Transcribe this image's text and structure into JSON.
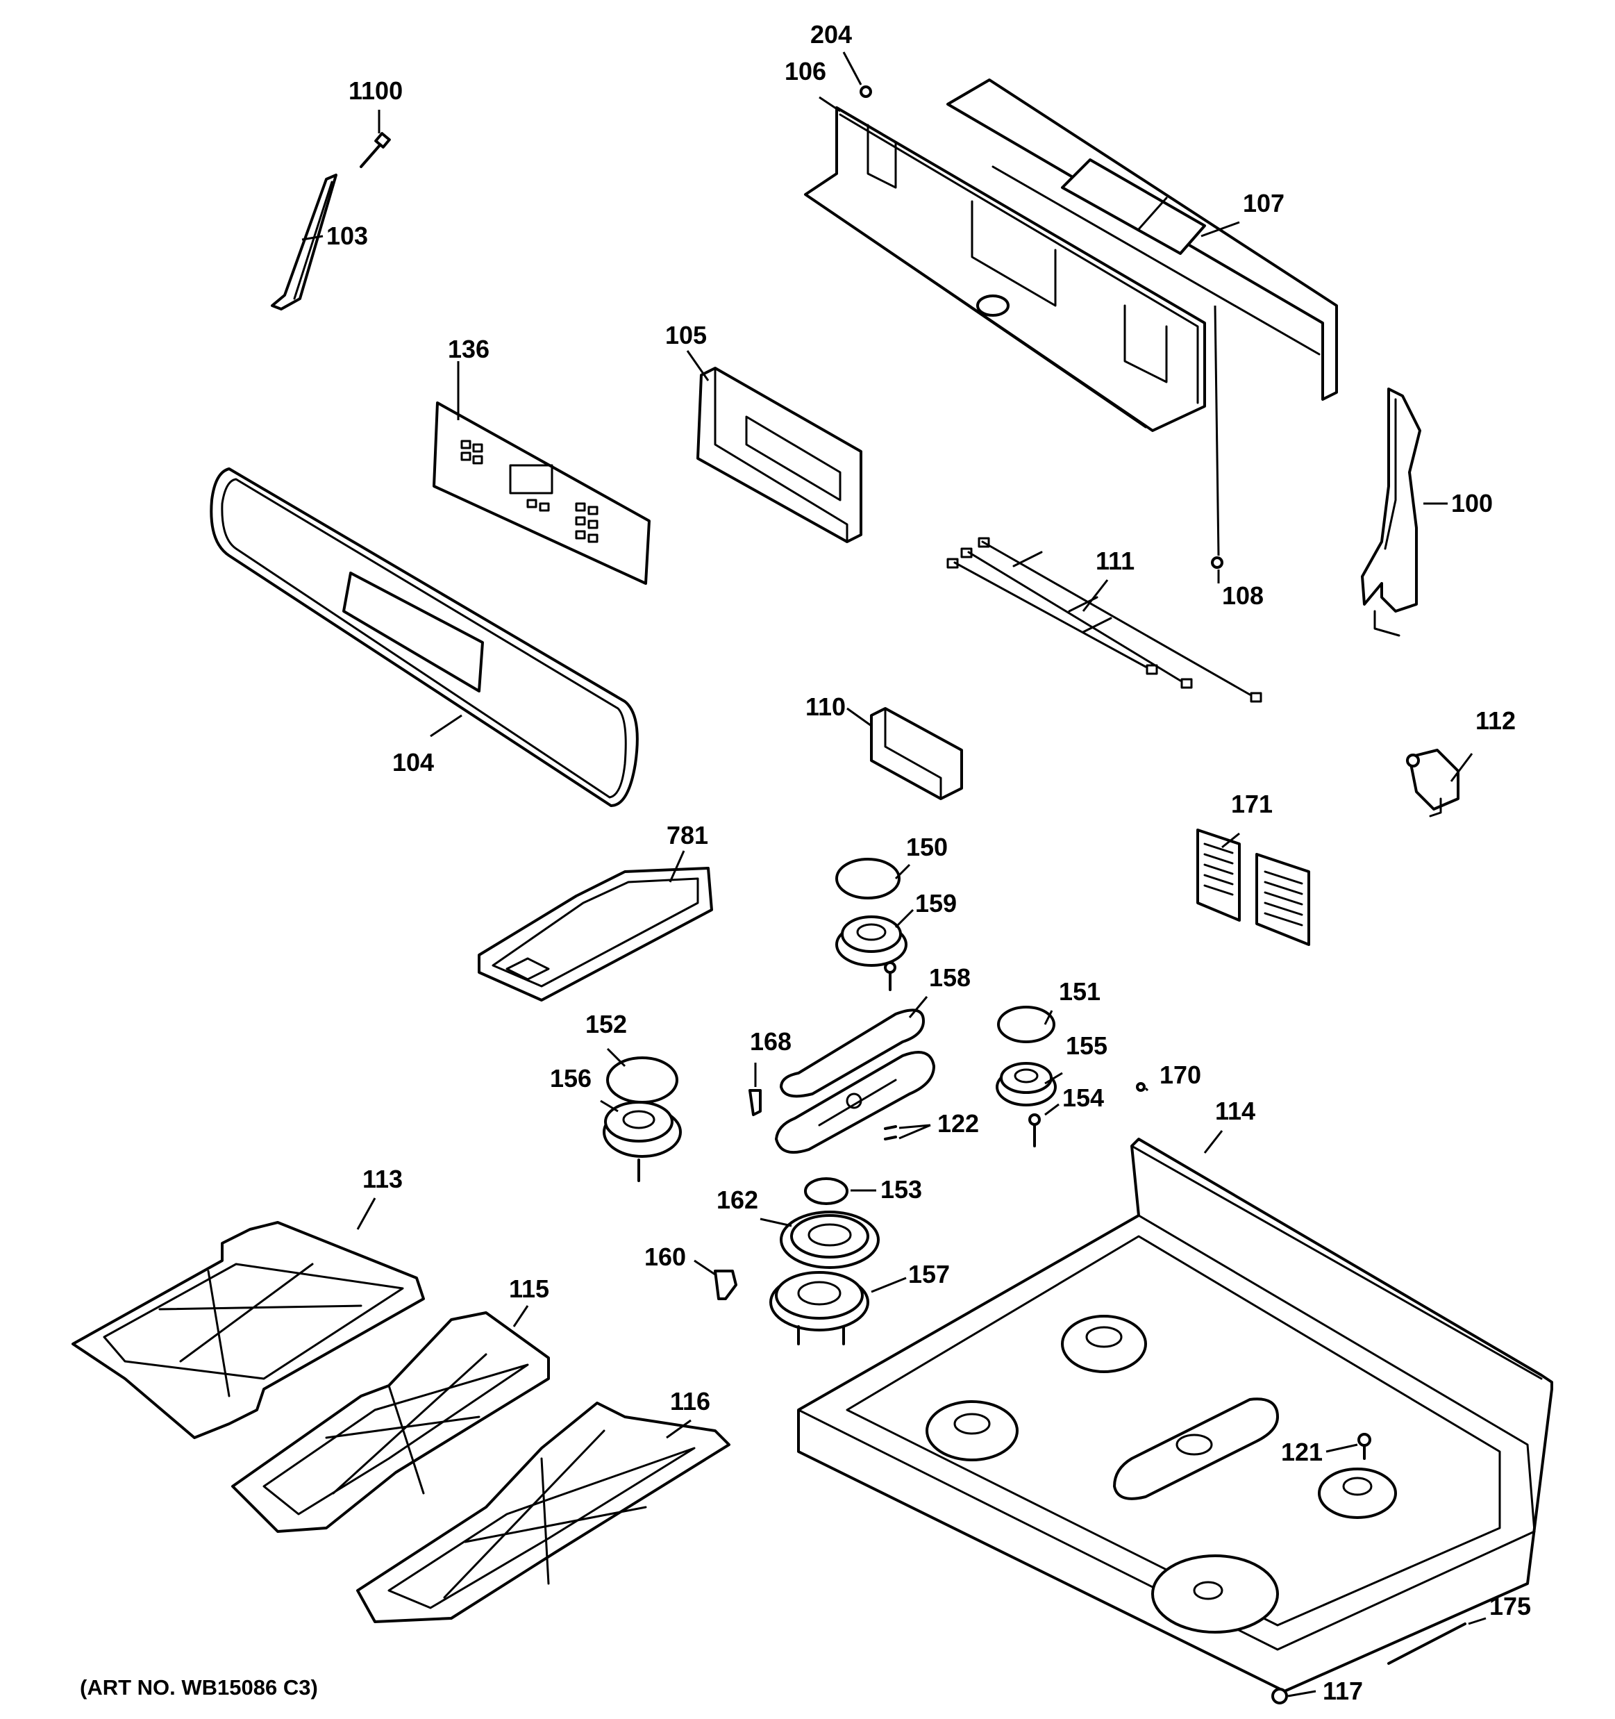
{
  "art_number": "(ART NO. WB15086 C3)",
  "callouts": [
    {
      "id": "c204",
      "text": "204"
    },
    {
      "id": "c106",
      "text": "106"
    },
    {
      "id": "c1100",
      "text": "1100"
    },
    {
      "id": "c103",
      "text": "103"
    },
    {
      "id": "c107",
      "text": "107"
    },
    {
      "id": "c136",
      "text": "136"
    },
    {
      "id": "c105",
      "text": "105"
    },
    {
      "id": "c100",
      "text": "100"
    },
    {
      "id": "c111",
      "text": "111"
    },
    {
      "id": "c108",
      "text": "108"
    },
    {
      "id": "c104",
      "text": "104"
    },
    {
      "id": "c110",
      "text": "110"
    },
    {
      "id": "c112",
      "text": "112"
    },
    {
      "id": "c781",
      "text": "781"
    },
    {
      "id": "c150",
      "text": "150"
    },
    {
      "id": "c171",
      "text": "171"
    },
    {
      "id": "c159",
      "text": "159"
    },
    {
      "id": "c158",
      "text": "158"
    },
    {
      "id": "c151",
      "text": "151"
    },
    {
      "id": "c152",
      "text": "152"
    },
    {
      "id": "c168",
      "text": "168"
    },
    {
      "id": "c155",
      "text": "155"
    },
    {
      "id": "c156",
      "text": "156"
    },
    {
      "id": "c170",
      "text": "170"
    },
    {
      "id": "c154",
      "text": "154"
    },
    {
      "id": "c122",
      "text": "122"
    },
    {
      "id": "c114",
      "text": "114"
    },
    {
      "id": "c113",
      "text": "113"
    },
    {
      "id": "c153",
      "text": "153"
    },
    {
      "id": "c162",
      "text": "162"
    },
    {
      "id": "c160",
      "text": "160"
    },
    {
      "id": "c157",
      "text": "157"
    },
    {
      "id": "c115",
      "text": "115"
    },
    {
      "id": "c116",
      "text": "116"
    },
    {
      "id": "c121",
      "text": "121"
    },
    {
      "id": "c175",
      "text": "175"
    },
    {
      "id": "c117",
      "text": "117"
    }
  ]
}
